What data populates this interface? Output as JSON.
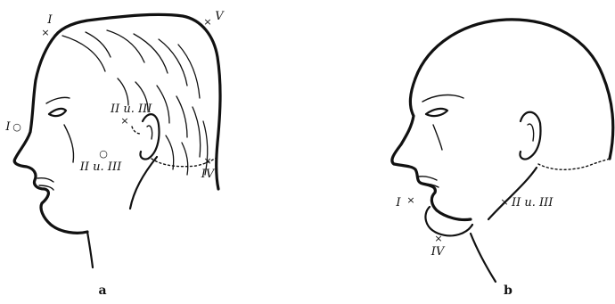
{
  "panels": [
    {
      "id": "a",
      "caption": "a",
      "markers": [
        {
          "label": "I",
          "symbol": "×"
        },
        {
          "label": "V",
          "symbol": "×"
        },
        {
          "label": "I",
          "symbol": "○"
        },
        {
          "label": "II u. III",
          "symbol": "×"
        },
        {
          "label": "II u. III",
          "symbol": "○"
        },
        {
          "label": "IV",
          "symbol": "×"
        }
      ]
    },
    {
      "id": "b",
      "caption": "b",
      "markers": [
        {
          "label": "I",
          "symbol": "×"
        },
        {
          "label": "II u. III",
          "symbol": "×"
        },
        {
          "label": "IV",
          "symbol": "×"
        }
      ]
    }
  ]
}
